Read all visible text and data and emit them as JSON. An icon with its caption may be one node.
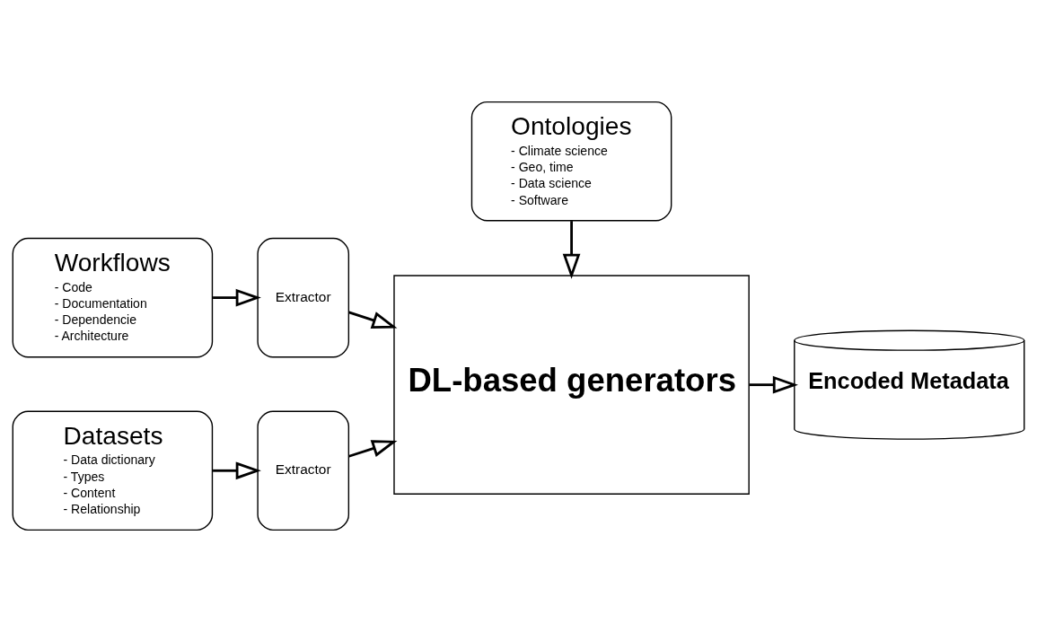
{
  "diagram": {
    "nodes": [
      {
        "text": [
          "Workflows",
          "- Code",
          "- Documentation",
          "- Dependencie",
          "- Architecture"
        ]
      },
      {
        "text": [
          "Extractor"
        ]
      },
      {
        "text": [
          "Datasets",
          "- Data dictionary",
          "- Types",
          "- Content",
          "- Relationship"
        ]
      },
      {
        "text": [
          "Extractor"
        ]
      },
      {
        "text": [
          "DL-based generators"
        ]
      },
      {
        "text": [
          "Encoded Metadata"
        ]
      },
      {
        "text": [
          "Ontologies",
          "- Climate science",
          "- Geo, time",
          "- Data science",
          "- Software"
        ]
      }
    ],
    "edges": [
      {
        "from": 0,
        "to": 1,
        "arrow": "to"
      },
      {
        "from": 1,
        "to": 4,
        "arrow": "to"
      },
      {
        "from": 2,
        "to": 3,
        "arrow": "to"
      },
      {
        "from": 3,
        "to": 4,
        "arrow": "to"
      },
      {
        "from": 4,
        "to": 5,
        "arrow": "to"
      },
      {
        "from": 6,
        "to": 4,
        "arrow": "to"
      }
    ]
  }
}
